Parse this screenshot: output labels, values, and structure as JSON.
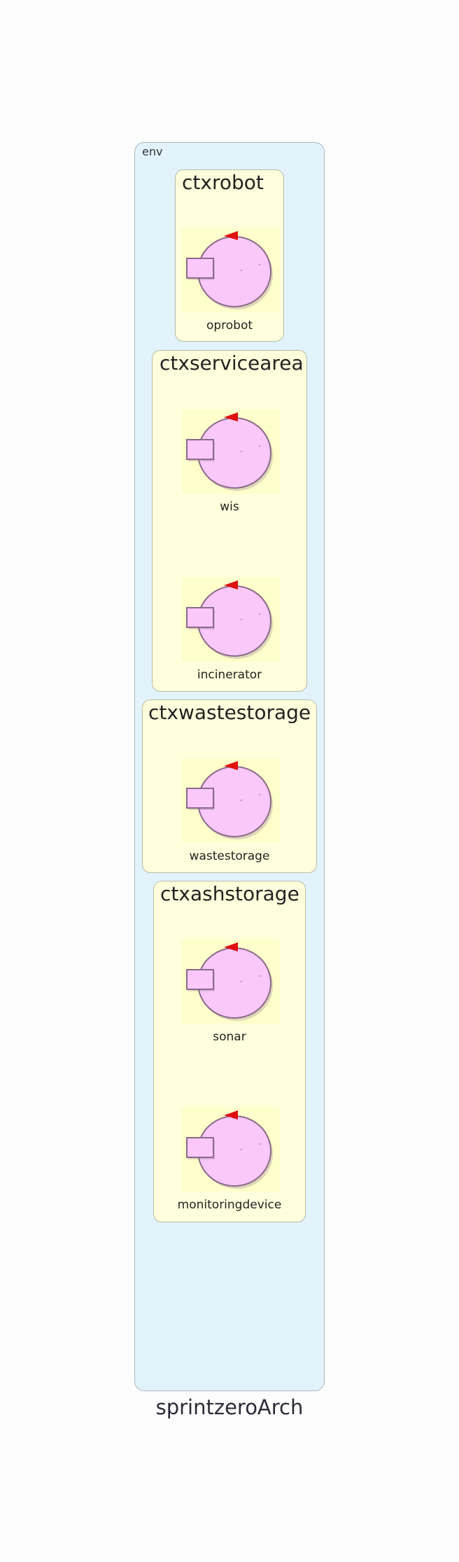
{
  "diagram": {
    "title": "sprintzeroArch",
    "env_label": "env",
    "contexts": [
      {
        "name": "ctxrobot",
        "nodes": [
          "oprobot"
        ]
      },
      {
        "name": "ctxservicearea",
        "nodes": [
          "wis",
          "incinerator"
        ]
      },
      {
        "name": "ctxwastestorage",
        "nodes": [
          "wastestorage"
        ]
      },
      {
        "name": "ctxashstorage",
        "nodes": [
          "sonar",
          "monitoringdevice"
        ]
      }
    ],
    "colors": {
      "env_fill": "#e2f3fc",
      "context_fill": "#ffffdd",
      "node_highlight": "#ffffcc",
      "actor_fill": "#fbc8fb",
      "actor_stroke": "#7a5a7a",
      "marker": "#e01010"
    },
    "icon": "actor-node-icon"
  }
}
